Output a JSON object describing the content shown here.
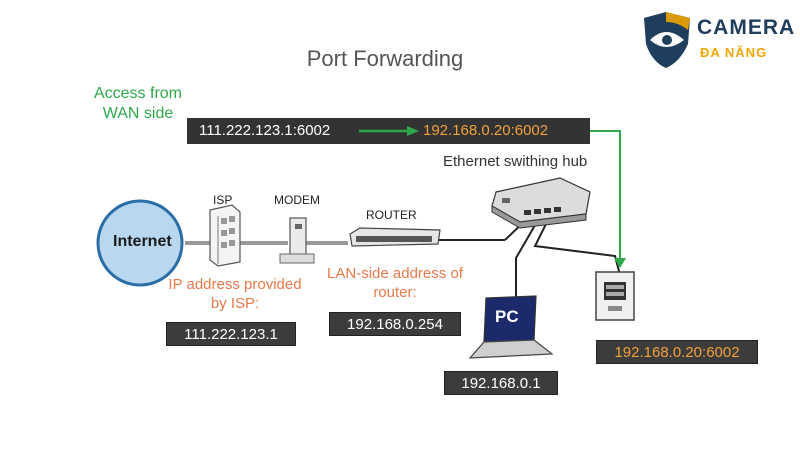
{
  "title": "Port Forwarding",
  "wan_label": "Access from WAN side",
  "wan_bar": {
    "external": "111.222.123.1:6002",
    "internal": "192.168.0.20:6002"
  },
  "hub_label": "Ethernet swithing hub",
  "devices": {
    "isp": "ISP",
    "modem": "MODEM",
    "router": "ROUTER",
    "internet": "Internet",
    "pc": "PC"
  },
  "notes": {
    "isp_note": "IP address provided by ISP:",
    "router_note": "LAN-side address of router:"
  },
  "addresses": {
    "isp_ip": "111.222.123.1",
    "router_ip": "192.168.0.254",
    "pc_ip": "192.168.0.1",
    "device_ip": "192.168.0.20:6002"
  },
  "logo": {
    "line1": "CAMERA",
    "line2": "ĐA NĂNG",
    "icon": "eye-shield-icon"
  },
  "colors": {
    "green": "#2ea84a",
    "orange": "#f2a13a",
    "box": "#3c3c3c",
    "internet_fill": "#b9d7ef",
    "internet_stroke": "#2a6ea8"
  }
}
